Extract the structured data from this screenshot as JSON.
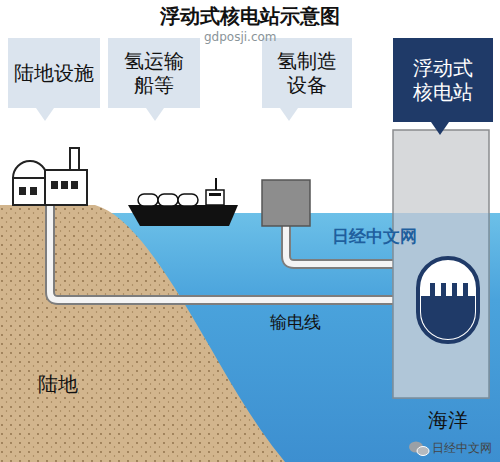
{
  "diagram": {
    "title": "浮动式核电站示意图",
    "nodes": [
      {
        "text": [
          "陆地设施"
        ]
      },
      {
        "text": [
          "氢运输船等"
        ]
      },
      {
        "text": [
          "氢制造设备"
        ]
      },
      {
        "text": [
          "浮动式核电站"
        ]
      }
    ],
    "labels": [
      "gdposji.com",
      "日经中文网",
      "输电线",
      "海洋",
      "陆地",
      "日经中文网"
    ]
  }
}
